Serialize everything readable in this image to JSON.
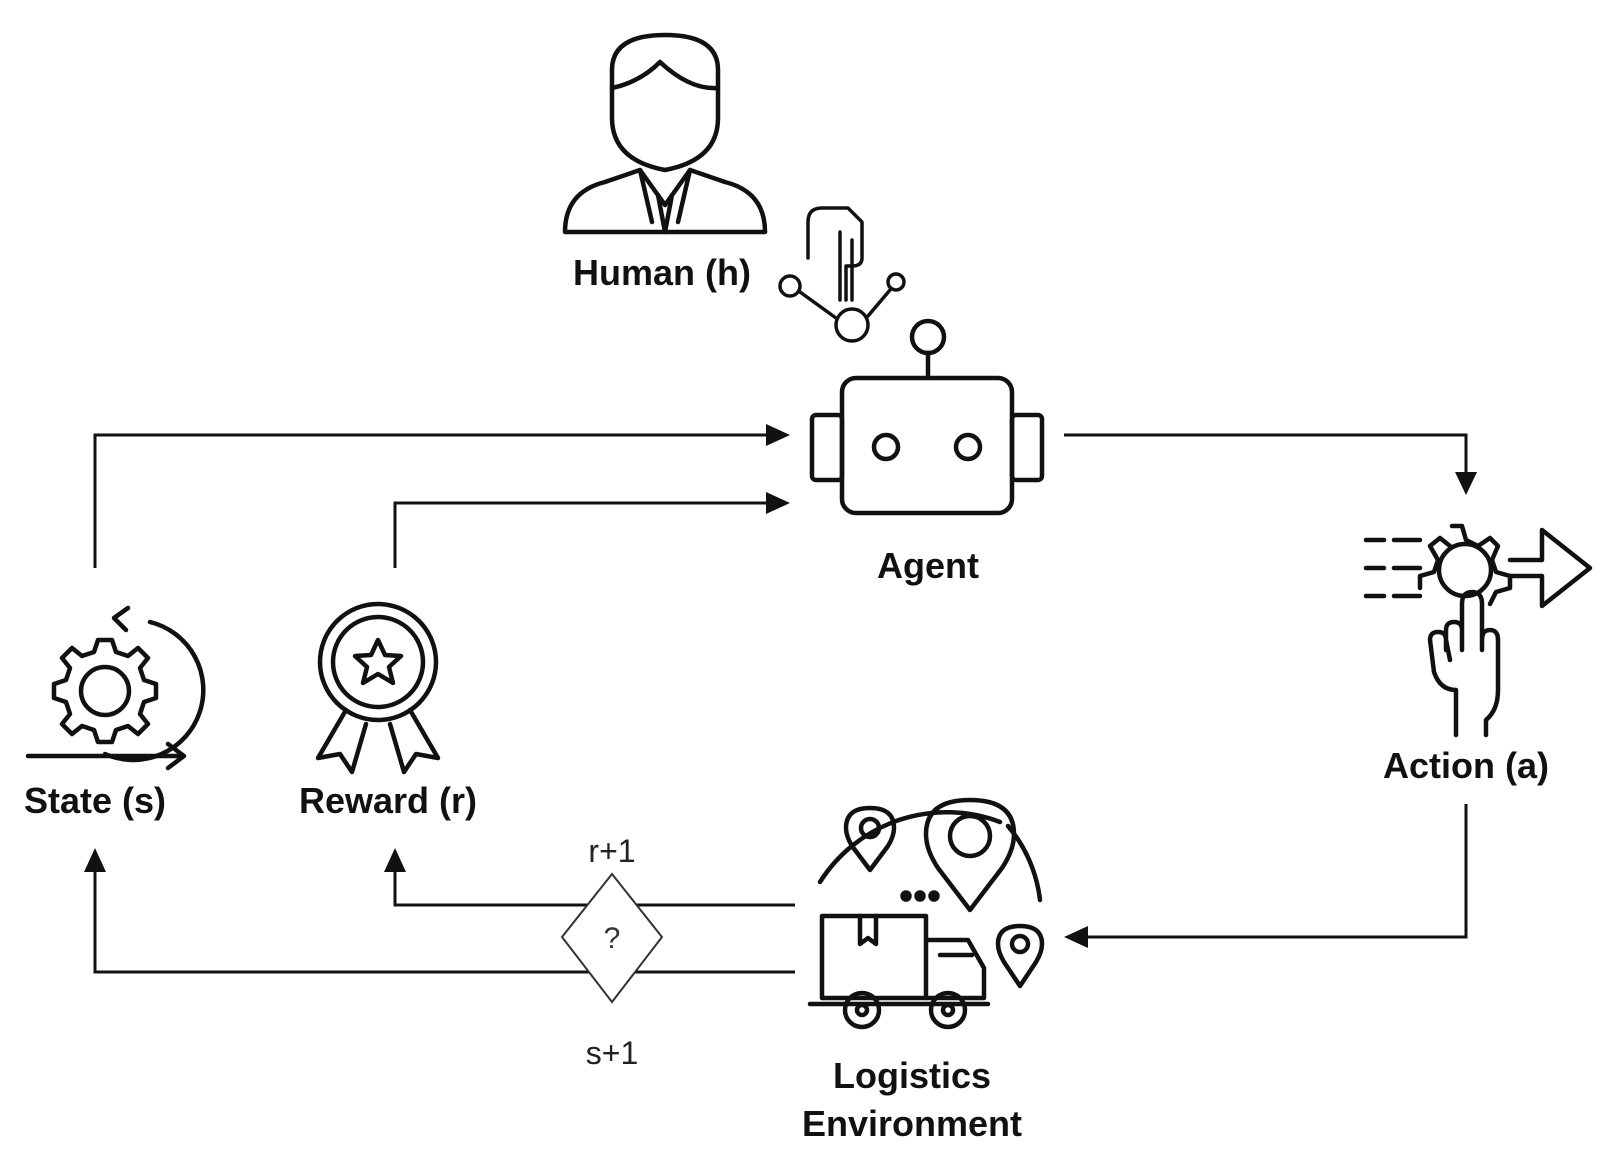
{
  "nodes": {
    "human": "Human (h)",
    "agent": "Agent",
    "action": "Action (a)",
    "state": "State (s)",
    "reward": "Reward (r)",
    "environment_line1": "Logistics",
    "environment_line2": "Environment"
  },
  "edges": {
    "reward_next": "r+1",
    "state_next": "s+1",
    "decision": "?"
  },
  "icons": [
    "human-icon",
    "feedback-icon",
    "robot-icon",
    "action-icon",
    "state-icon",
    "reward-icon",
    "logistics-icon"
  ]
}
